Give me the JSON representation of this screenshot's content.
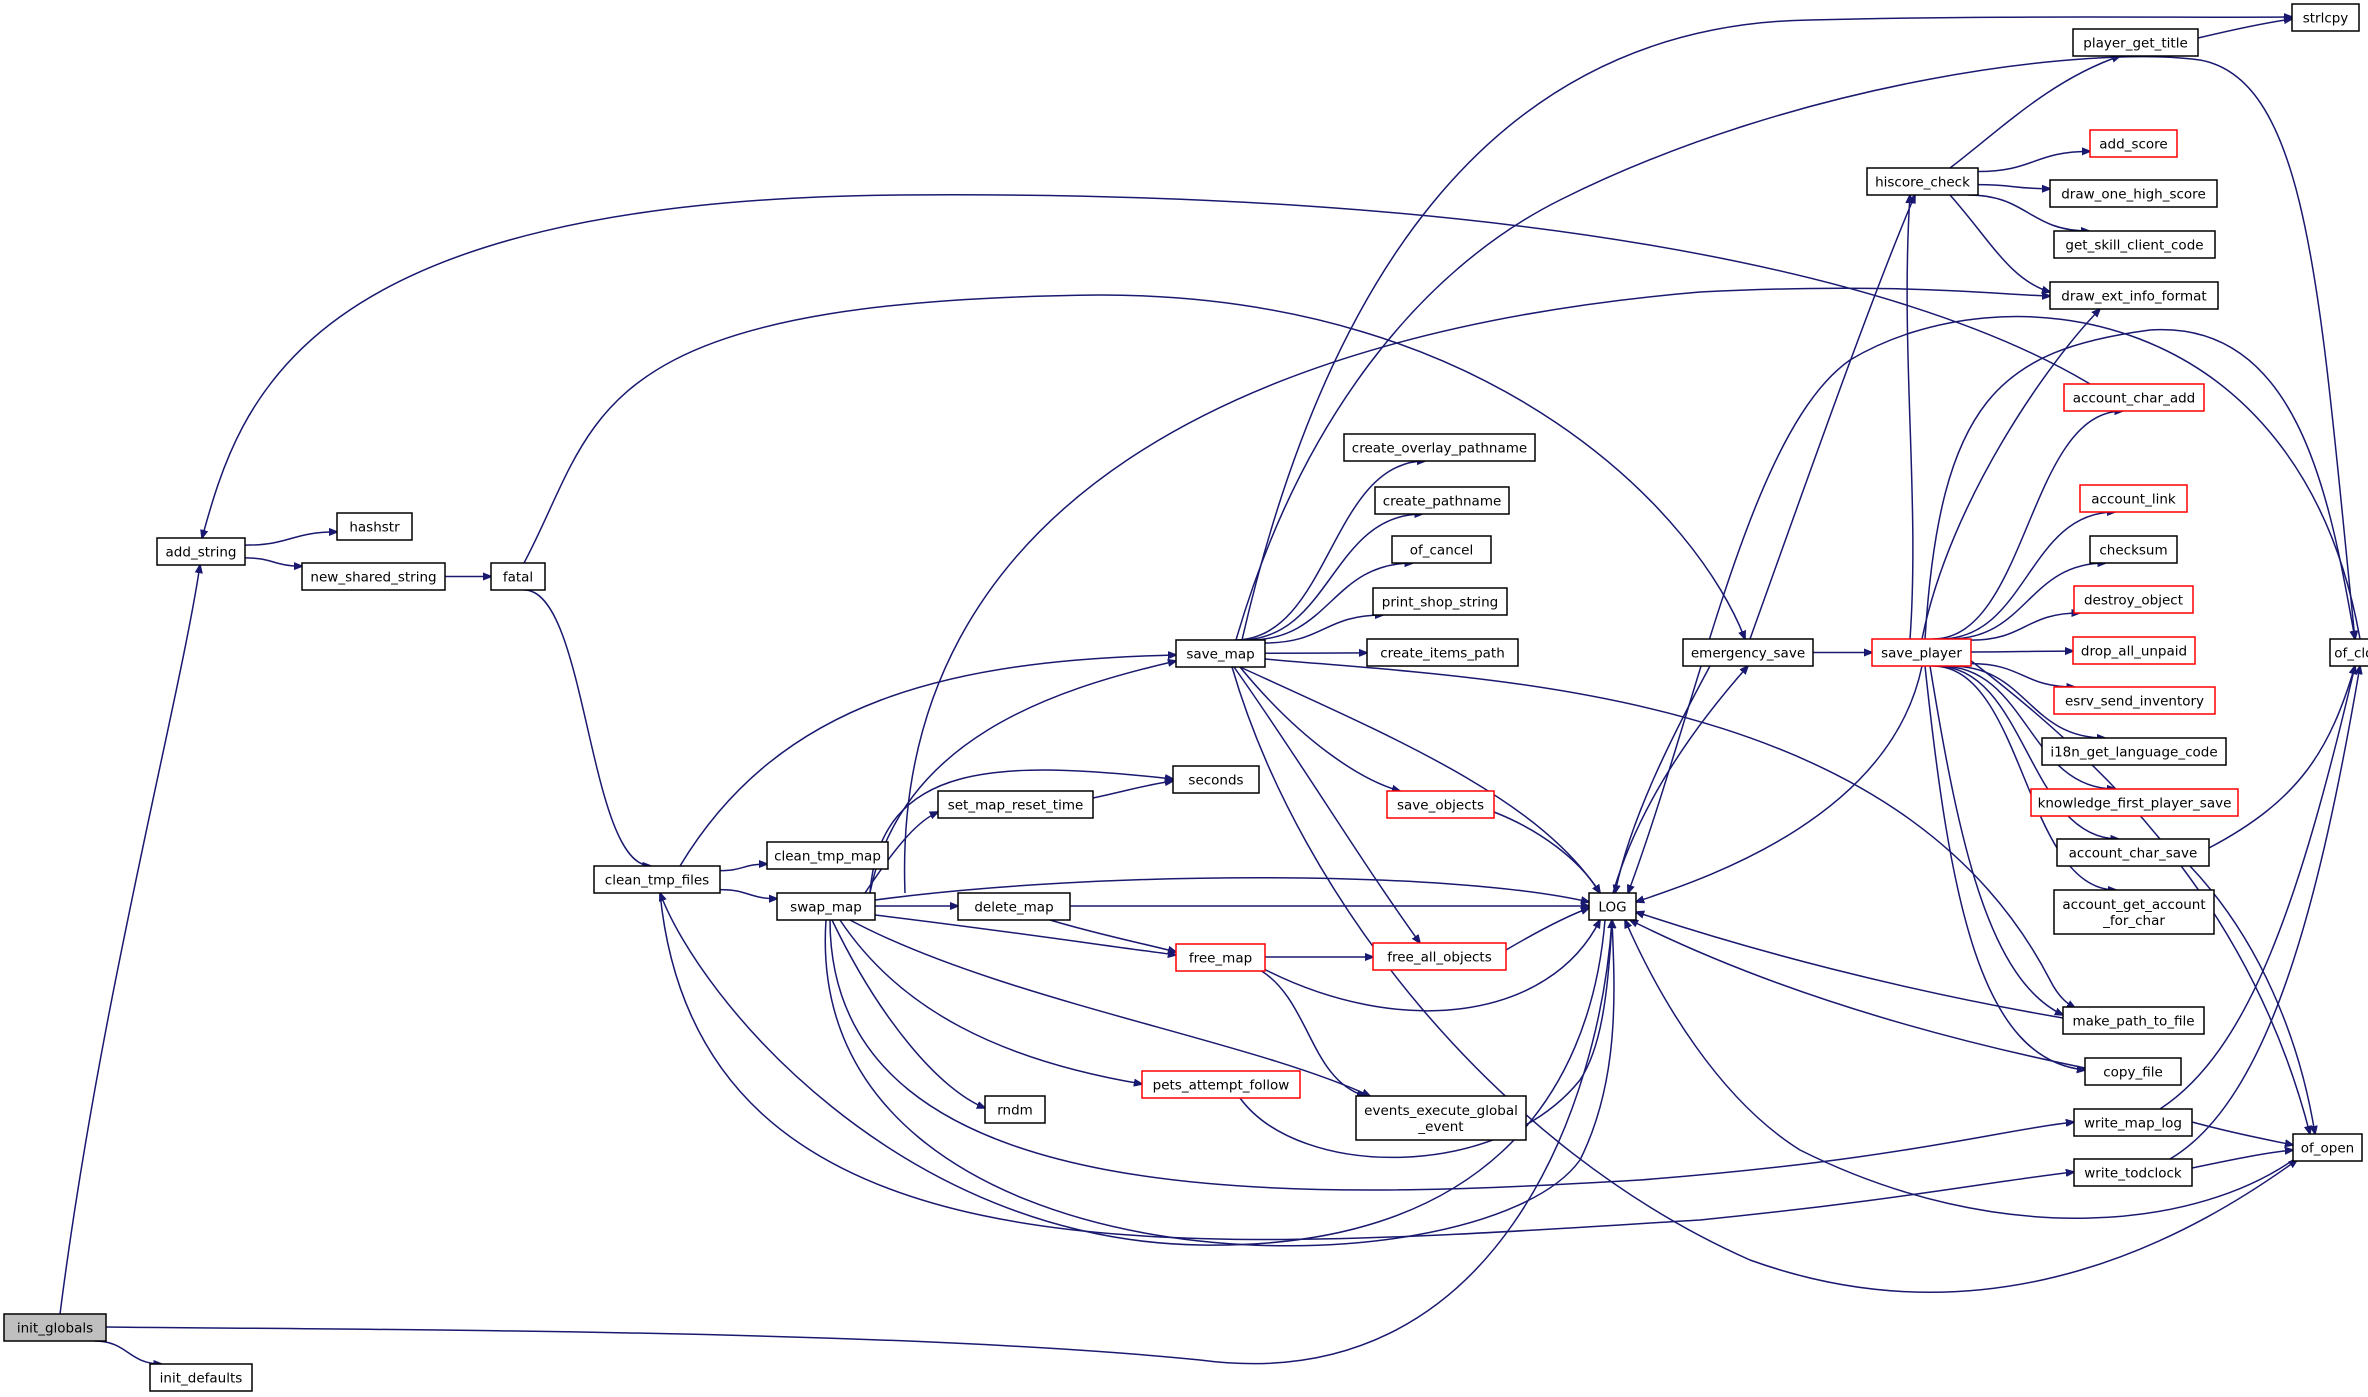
{
  "nodes": {
    "init_globals": {
      "label": [
        "init_globals"
      ],
      "style": "root"
    },
    "init_defaults": {
      "label": [
        "init_defaults"
      ],
      "style": "normal"
    },
    "add_string": {
      "label": [
        "add_string"
      ],
      "style": "normal"
    },
    "hashstr": {
      "label": [
        "hashstr"
      ],
      "style": "normal"
    },
    "new_shared_string": {
      "label": [
        "new_shared_string"
      ],
      "style": "normal"
    },
    "fatal": {
      "label": [
        "fatal"
      ],
      "style": "normal"
    },
    "clean_tmp_files": {
      "label": [
        "clean_tmp_files"
      ],
      "style": "normal"
    },
    "clean_tmp_map": {
      "label": [
        "clean_tmp_map"
      ],
      "style": "normal"
    },
    "swap_map": {
      "label": [
        "swap_map"
      ],
      "style": "normal"
    },
    "set_map_reset_time": {
      "label": [
        "set_map_reset_time"
      ],
      "style": "normal"
    },
    "delete_map": {
      "label": [
        "delete_map"
      ],
      "style": "normal"
    },
    "rndm": {
      "label": [
        "rndm"
      ],
      "style": "normal"
    },
    "save_map": {
      "label": [
        "save_map"
      ],
      "style": "normal"
    },
    "seconds": {
      "label": [
        "seconds"
      ],
      "style": "normal"
    },
    "free_map": {
      "label": [
        "free_map"
      ],
      "style": "red"
    },
    "pets_attempt_follow": {
      "label": [
        "pets_attempt_follow"
      ],
      "style": "red"
    },
    "create_overlay_pathname": {
      "label": [
        "create_overlay_pathname"
      ],
      "style": "normal"
    },
    "create_pathname": {
      "label": [
        "create_pathname"
      ],
      "style": "normal"
    },
    "of_cancel": {
      "label": [
        "of_cancel"
      ],
      "style": "normal"
    },
    "print_shop_string": {
      "label": [
        "print_shop_string"
      ],
      "style": "normal"
    },
    "create_items_path": {
      "label": [
        "create_items_path"
      ],
      "style": "normal"
    },
    "save_objects": {
      "label": [
        "save_objects"
      ],
      "style": "red"
    },
    "free_all_objects": {
      "label": [
        "free_all_objects"
      ],
      "style": "red"
    },
    "events_execute_global_event": {
      "label": [
        "events_execute_global",
        "_event"
      ],
      "style": "normal"
    },
    "LOG": {
      "label": [
        "LOG"
      ],
      "style": "normal"
    },
    "emergency_save": {
      "label": [
        "emergency_save"
      ],
      "style": "normal"
    },
    "hiscore_check": {
      "label": [
        "hiscore_check"
      ],
      "style": "normal"
    },
    "save_player": {
      "label": [
        "save_player"
      ],
      "style": "red"
    },
    "player_get_title": {
      "label": [
        "player_get_title"
      ],
      "style": "normal"
    },
    "strlcpy": {
      "label": [
        "strlcpy"
      ],
      "style": "normal"
    },
    "add_score": {
      "label": [
        "add_score"
      ],
      "style": "red"
    },
    "draw_one_high_score": {
      "label": [
        "draw_one_high_score"
      ],
      "style": "normal"
    },
    "get_skill_client_code": {
      "label": [
        "get_skill_client_code"
      ],
      "style": "normal"
    },
    "draw_ext_info_format": {
      "label": [
        "draw_ext_info_format"
      ],
      "style": "normal"
    },
    "account_char_add": {
      "label": [
        "account_char_add"
      ],
      "style": "red"
    },
    "account_link": {
      "label": [
        "account_link"
      ],
      "style": "red"
    },
    "checksum": {
      "label": [
        "checksum"
      ],
      "style": "normal"
    },
    "destroy_object": {
      "label": [
        "destroy_object"
      ],
      "style": "red"
    },
    "drop_all_unpaid": {
      "label": [
        "drop_all_unpaid"
      ],
      "style": "red"
    },
    "esrv_send_inventory": {
      "label": [
        "esrv_send_inventory"
      ],
      "style": "red"
    },
    "i18n_get_language_code": {
      "label": [
        "i18n_get_language_code"
      ],
      "style": "normal"
    },
    "knowledge_first_player_save": {
      "label": [
        "knowledge_first_player_save"
      ],
      "style": "red"
    },
    "account_char_save": {
      "label": [
        "account_char_save"
      ],
      "style": "normal"
    },
    "account_get_account_for_char": {
      "label": [
        "account_get_account",
        "_for_char"
      ],
      "style": "normal"
    },
    "make_path_to_file": {
      "label": [
        "make_path_to_file"
      ],
      "style": "normal"
    },
    "copy_file": {
      "label": [
        "copy_file"
      ],
      "style": "normal"
    },
    "write_map_log": {
      "label": [
        "write_map_log"
      ],
      "style": "normal"
    },
    "write_todclock": {
      "label": [
        "write_todclock"
      ],
      "style": "normal"
    },
    "of_close": {
      "label": [
        "of_close"
      ],
      "style": "normal"
    },
    "of_open": {
      "label": [
        "of_open"
      ],
      "style": "normal"
    }
  },
  "edges": [
    [
      "init_globals",
      "add_string"
    ],
    [
      "init_globals",
      "init_defaults"
    ],
    [
      "init_globals",
      "LOG"
    ],
    [
      "add_string",
      "hashstr"
    ],
    [
      "add_string",
      "new_shared_string"
    ],
    [
      "new_shared_string",
      "fatal"
    ],
    [
      "fatal",
      "clean_tmp_files"
    ],
    [
      "fatal",
      "emergency_save"
    ],
    [
      "clean_tmp_files",
      "clean_tmp_map"
    ],
    [
      "clean_tmp_files",
      "swap_map"
    ],
    [
      "clean_tmp_files",
      "save_map"
    ],
    [
      "clean_tmp_files",
      "write_todclock"
    ],
    [
      "swap_map",
      "save_map"
    ],
    [
      "swap_map",
      "seconds"
    ],
    [
      "swap_map",
      "set_map_reset_time"
    ],
    [
      "swap_map",
      "delete_map"
    ],
    [
      "swap_map",
      "free_map"
    ],
    [
      "swap_map",
      "LOG"
    ],
    [
      "swap_map",
      "rndm"
    ],
    [
      "swap_map",
      "pets_attempt_follow"
    ],
    [
      "swap_map",
      "events_execute_global_event"
    ],
    [
      "swap_map",
      "write_map_log"
    ],
    [
      "swap_map",
      "draw_ext_info_format"
    ],
    [
      "swap_map",
      "clean_tmp_files"
    ],
    [
      "set_map_reset_time",
      "seconds"
    ],
    [
      "delete_map",
      "LOG"
    ],
    [
      "delete_map",
      "free_map"
    ],
    [
      "free_map",
      "free_all_objects"
    ],
    [
      "free_map",
      "LOG"
    ],
    [
      "free_map",
      "events_execute_global_event"
    ],
    [
      "free_all_objects",
      "LOG"
    ],
    [
      "pets_attempt_follow",
      "LOG"
    ],
    [
      "save_map",
      "create_overlay_pathname"
    ],
    [
      "save_map",
      "create_pathname"
    ],
    [
      "save_map",
      "of_cancel"
    ],
    [
      "save_map",
      "print_shop_string"
    ],
    [
      "save_map",
      "create_items_path"
    ],
    [
      "save_map",
      "save_objects"
    ],
    [
      "save_map",
      "free_all_objects"
    ],
    [
      "save_map",
      "LOG"
    ],
    [
      "save_map",
      "make_path_to_file"
    ],
    [
      "save_map",
      "strlcpy"
    ],
    [
      "save_map",
      "of_close"
    ],
    [
      "save_map",
      "of_open"
    ],
    [
      "save_objects",
      "LOG"
    ],
    [
      "emergency_save",
      "LOG"
    ],
    [
      "emergency_save",
      "save_player"
    ],
    [
      "emergency_save",
      "hiscore_check"
    ],
    [
      "LOG",
      "emergency_save"
    ],
    [
      "LOG",
      "clean_tmp_files"
    ],
    [
      "hiscore_check",
      "player_get_title"
    ],
    [
      "hiscore_check",
      "add_score"
    ],
    [
      "hiscore_check",
      "draw_one_high_score"
    ],
    [
      "hiscore_check",
      "get_skill_client_code"
    ],
    [
      "hiscore_check",
      "draw_ext_info_format"
    ],
    [
      "player_get_title",
      "strlcpy"
    ],
    [
      "save_player",
      "LOG"
    ],
    [
      "save_player",
      "hiscore_check"
    ],
    [
      "save_player",
      "draw_ext_info_format"
    ],
    [
      "save_player",
      "account_char_add"
    ],
    [
      "save_player",
      "account_link"
    ],
    [
      "save_player",
      "checksum"
    ],
    [
      "save_player",
      "destroy_object"
    ],
    [
      "save_player",
      "drop_all_unpaid"
    ],
    [
      "save_player",
      "esrv_send_inventory"
    ],
    [
      "save_player",
      "i18n_get_language_code"
    ],
    [
      "save_player",
      "knowledge_first_player_save"
    ],
    [
      "save_player",
      "account_char_save"
    ],
    [
      "save_player",
      "account_get_account_for_char"
    ],
    [
      "save_player",
      "make_path_to_file"
    ],
    [
      "save_player",
      "copy_file"
    ],
    [
      "save_player",
      "of_close"
    ],
    [
      "save_player",
      "of_open"
    ],
    [
      "account_char_add",
      "add_string"
    ],
    [
      "account_char_save",
      "of_close"
    ],
    [
      "account_char_save",
      "of_open"
    ],
    [
      "make_path_to_file",
      "LOG"
    ],
    [
      "copy_file",
      "LOG"
    ],
    [
      "write_map_log",
      "of_close"
    ],
    [
      "write_map_log",
      "of_open"
    ],
    [
      "write_todclock",
      "of_close"
    ],
    [
      "write_todclock",
      "of_open"
    ],
    [
      "of_open",
      "LOG"
    ],
    [
      "of_close",
      "LOG"
    ]
  ]
}
